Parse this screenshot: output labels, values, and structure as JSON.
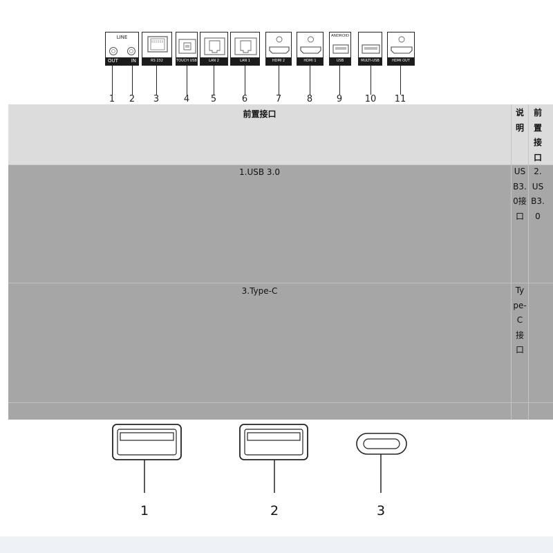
{
  "ports": [
    {
      "number": "1",
      "label": "OUT"
    },
    {
      "number": "2",
      "label": "IN"
    },
    {
      "number": "3",
      "label": "RS 232"
    },
    {
      "number": "4",
      "label": "TOUCH USB"
    },
    {
      "number": "5",
      "label": "LAN 2"
    },
    {
      "number": "6",
      "label": "LAN 1"
    },
    {
      "number": "7",
      "label": "HDMI 2"
    },
    {
      "number": "8",
      "label": "HDMI 1"
    },
    {
      "number": "9",
      "label": "USB"
    },
    {
      "number": "10",
      "label": "MULTI-USB"
    },
    {
      "number": "11",
      "label": "HDMI OUT"
    }
  ],
  "line_group_label": "LINE",
  "android_label": "ANDROID",
  "table": {
    "header": "前置接口",
    "header_col2": "说明",
    "header_col3": "前置接口",
    "rows": [
      {
        "name": "1.USB 3.0",
        "desc": "USB3.0接口",
        "extra": "2.USB3.0"
      },
      {
        "name": "3.Type-C",
        "desc": "Type-C接口",
        "extra": ""
      }
    ]
  },
  "bottom_connectors": [
    {
      "number": "1",
      "type": "USB-A"
    },
    {
      "number": "2",
      "type": "USB-A"
    },
    {
      "number": "3",
      "type": "Type-C"
    }
  ]
}
